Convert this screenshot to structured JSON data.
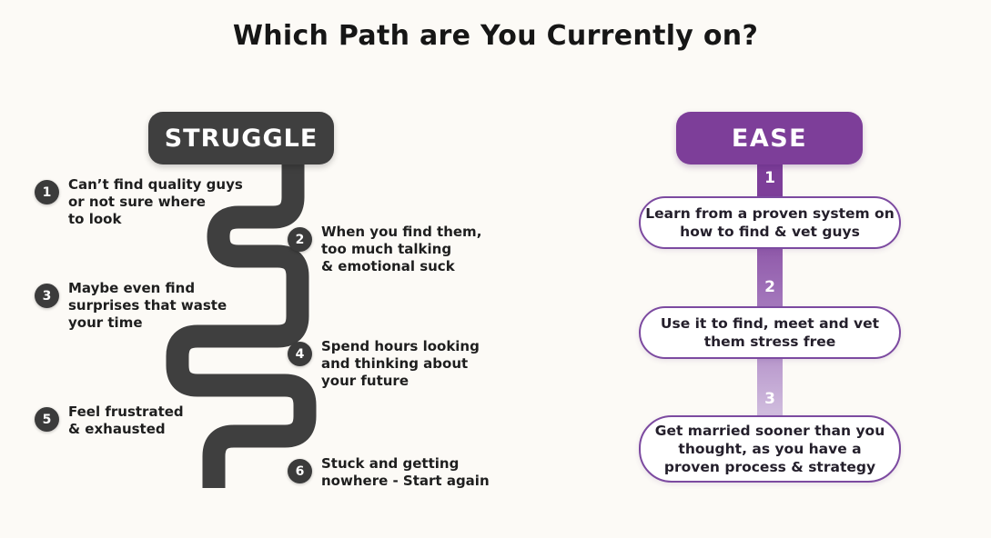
{
  "title": "Which Path are You Currently on?",
  "colors": {
    "dark": "#3f3f3f",
    "purple": "#7d3e99",
    "purple_border": "#7c4aa0",
    "purple_fade": "#d6c6e2",
    "background": "#fcfaf6"
  },
  "struggle": {
    "label": "STRUGGLE",
    "items": [
      {
        "number": "1",
        "text": "Can’t find quality guys\nor not sure where\n to look"
      },
      {
        "number": "2",
        "text": "When you find them,\ntoo much talking\n & emotional suck"
      },
      {
        "number": "3",
        "text": "Maybe even find\nsurprises that waste\nyour time"
      },
      {
        "number": "4",
        "text": "Spend hours looking\nand thinking about\nyour future"
      },
      {
        "number": "5",
        "text": "Feel frustrated\n & exhausted"
      },
      {
        "number": "6",
        "text": "Stuck and getting\nnowhere - Start again"
      }
    ]
  },
  "ease": {
    "label": "EASE",
    "steps": [
      {
        "number": "1",
        "text": "Learn from a proven system on\nhow to find & vet guys"
      },
      {
        "number": "2",
        "text": "Use it to find, meet and vet\nthem stress free"
      },
      {
        "number": "3",
        "text": "Get married sooner than you\nthought, as you have a\nproven process & strategy"
      }
    ]
  }
}
